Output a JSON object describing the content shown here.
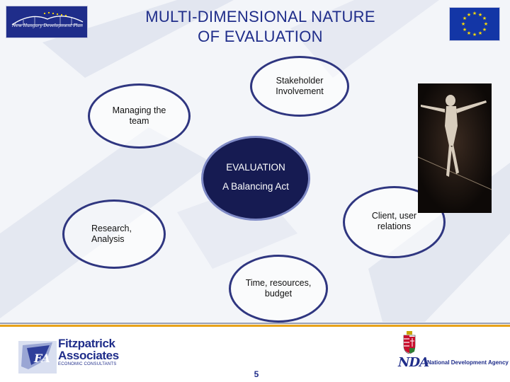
{
  "header": {
    "title_line1": "MULTI-DIMENSIONAL NATURE",
    "title_line2": "OF EVALUATION"
  },
  "logos": {
    "left_logo_text": "New Hungary Development Plan",
    "eu_flag_icon": "eu-flag-icon",
    "accent": "#1f2d8a",
    "eu_blue": "#1336a6",
    "star_color": "#ffdd00"
  },
  "diagram": {
    "center": {
      "line1": "EVALUATION",
      "line2": "A Balancing Act"
    },
    "nodes": [
      {
        "id": "stakeholder",
        "lines": [
          "Stakeholder",
          "Involvement"
        ]
      },
      {
        "id": "team",
        "lines": [
          "Managing the",
          "team"
        ]
      },
      {
        "id": "client",
        "lines": [
          "Client, user",
          "relations"
        ]
      },
      {
        "id": "research",
        "lines": [
          "Research,",
          "Analysis"
        ]
      },
      {
        "id": "time",
        "lines": [
          "Time, resources,",
          "budget"
        ]
      }
    ],
    "node_border_color": "#2f3680",
    "center_fill_color": "#161b52"
  },
  "footer": {
    "company_line1": "Fitzpatrick",
    "company_line2": "Associates",
    "company_tagline": "ECONOMIC CONSULTANTS",
    "page_number": "5",
    "agency_letters": "NDA",
    "agency_name": "National Development Agency",
    "divider_color": "#e8a319"
  }
}
